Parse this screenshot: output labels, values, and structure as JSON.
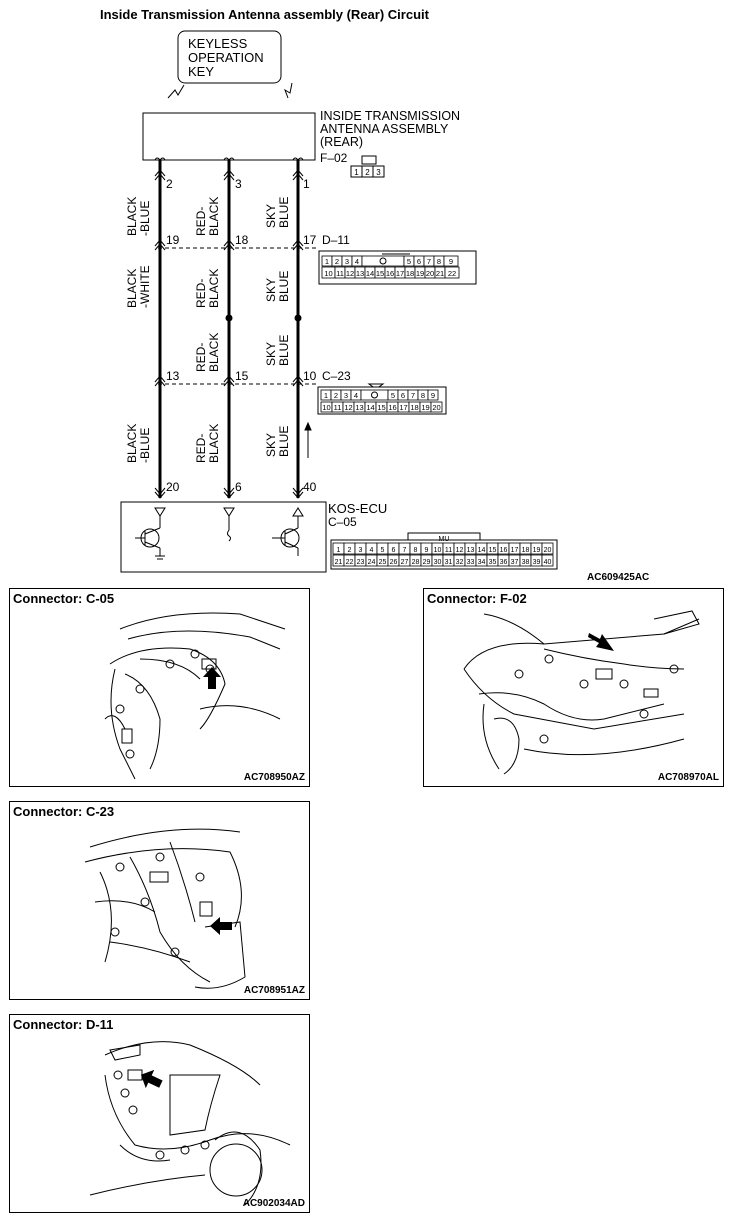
{
  "circuit": {
    "title": "Inside Transmission Antenna assembly (Rear) Circuit",
    "key_lines": [
      "KEYLESS",
      "OPERATION",
      "KEY"
    ],
    "antenna_lines": [
      "INSIDE TRANSMISSION",
      "ANTENNA ASSEMBLY",
      "(REAR)"
    ],
    "antenna_connector": "F–02",
    "antenna_pins": [
      "1",
      "2",
      "3"
    ],
    "wires": [
      {
        "p1": "2",
        "p2": "19",
        "p3": "13",
        "p4": "20",
        "c1": [
          "BLACK",
          "-BLUE"
        ],
        "c2": [
          "BLACK",
          "-WHITE"
        ],
        "c4": [
          "BLACK",
          "-BLUE"
        ]
      },
      {
        "p1": "3",
        "p2": "18",
        "p3": "15",
        "p4": "6",
        "c1": [
          "RED-",
          "BLACK"
        ],
        "c2": [
          "RED-",
          "BLACK"
        ],
        "c3": [
          "RED-",
          "BLACK"
        ],
        "c4": [
          "RED-",
          "BLACK"
        ]
      },
      {
        "p1": "1",
        "p2": "17",
        "p3": "10",
        "p4": "40",
        "c1": [
          "SKY",
          "BLUE"
        ],
        "c2": [
          "SKY",
          "BLUE"
        ],
        "c3": [
          "SKY",
          "BLUE"
        ],
        "c4": [
          "SKY",
          "BLUE"
        ]
      }
    ],
    "d11_name": "D–11",
    "d11_row1": [
      "1",
      "2",
      "3",
      "4",
      "",
      "5",
      "6",
      "7",
      "8",
      "9"
    ],
    "d11_row2": [
      "10",
      "11",
      "12",
      "13",
      "14",
      "15",
      "16",
      "17",
      "18",
      "19",
      "20",
      "21",
      "22"
    ],
    "c23_name": "C–23",
    "c23_row1": [
      "1",
      "2",
      "3",
      "4",
      "",
      "5",
      "6",
      "7",
      "8",
      "9"
    ],
    "c23_row2": [
      "10",
      "11",
      "12",
      "13",
      "14",
      "15",
      "16",
      "17",
      "18",
      "19",
      "20"
    ],
    "ecu_lines": [
      "KOS-ECU",
      "C–05"
    ],
    "c05_mu": "MU",
    "c05_row1": [
      "1",
      "2",
      "3",
      "4",
      "5",
      "6",
      "7",
      "8",
      "9",
      "10",
      "11",
      "12",
      "13",
      "14",
      "15",
      "16",
      "17",
      "18",
      "19",
      "20"
    ],
    "c05_row2": [
      "21",
      "22",
      "23",
      "24",
      "25",
      "26",
      "27",
      "28",
      "29",
      "30",
      "31",
      "32",
      "33",
      "34",
      "35",
      "36",
      "37",
      "38",
      "39",
      "40"
    ],
    "figure_code": "AC609425AC"
  },
  "connectors": [
    {
      "title": "Connector: C-05",
      "code": "AC708950AZ"
    },
    {
      "title": "Connector: F-02",
      "code": "AC708970AL"
    },
    {
      "title": "Connector: C-23",
      "code": "AC708951AZ"
    },
    {
      "title": "Connector: D-11",
      "code": "AC902034AD"
    }
  ]
}
